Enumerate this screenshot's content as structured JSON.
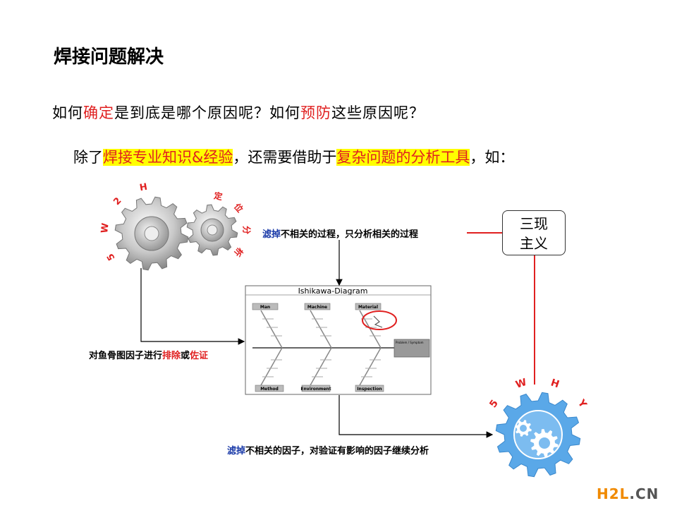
{
  "slide": {
    "title": "焊接问题解决",
    "question_parts": [
      "如何",
      "确定",
      "是到底是哪个原因呢？如何",
      "预防",
      "这些原因呢？"
    ],
    "subline_parts": [
      "除了",
      "焊接专业知识&经验",
      "，还需要借助于",
      "复杂问题的分析工具",
      "，如："
    ]
  },
  "diagram": {
    "gear_5w2h_letters": [
      "5",
      "W",
      "2",
      "H"
    ],
    "gear_locate_letters": [
      "定",
      "位",
      "分",
      "析"
    ],
    "gear_5why_letters": [
      "5",
      "W",
      "H",
      "Y"
    ],
    "filter_process": {
      "strong": "滤掉",
      "rest": "不相关的过程，只分析相关的过程"
    },
    "fishbone_action": {
      "pre": "对鱼骨图因子进行",
      "red1": "排除",
      "mid": "或",
      "red2": "佐证"
    },
    "filter_factors": {
      "strong": "滤掉",
      "rest": "不相关的因子，对验证有影响的因子继续分析"
    },
    "sangen_line1": "三现",
    "sangen_line2": "主义",
    "ishikawa": {
      "title": "Ishikawa-Diagram",
      "top_categories": [
        "Man",
        "Machine",
        "Material"
      ],
      "bottom_categories": [
        "Method",
        "Environment",
        "Inspection"
      ],
      "effect_label": "Problem / Symptom"
    }
  },
  "colors": {
    "red": "#e02020",
    "blue": "#1a3aa8",
    "gear_blue": "#5aa8e8",
    "highlight": "#ffff00"
  },
  "watermark": {
    "part1": "H2L",
    "part2": ".CN"
  }
}
